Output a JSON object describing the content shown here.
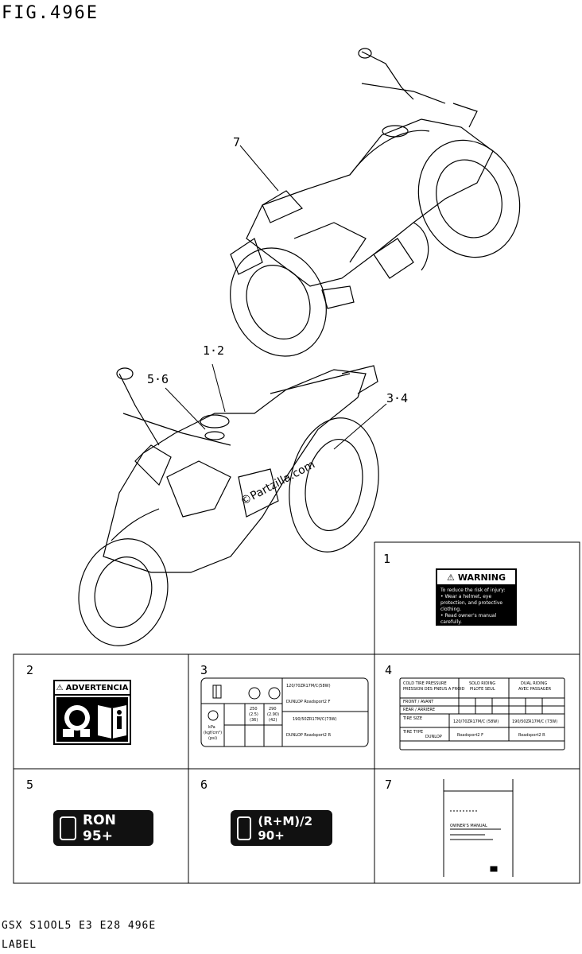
{
  "figure": {
    "title": "FIG.496E",
    "footer_code": "GSX S1OOL5 E3 E28 496E",
    "footer_label": "LABEL"
  },
  "callouts": [
    {
      "id": "7",
      "text": "7"
    },
    {
      "id": "1-2",
      "text": "1·2"
    },
    {
      "id": "5-6",
      "text": "5·6"
    },
    {
      "id": "3-4",
      "text": "3·4"
    }
  ],
  "watermark": "©Partzilla.com",
  "panels": {
    "p1": {
      "number": "1"
    },
    "p2": {
      "number": "2"
    },
    "p3": {
      "number": "3"
    },
    "p4": {
      "number": "4"
    },
    "p5": {
      "number": "5"
    },
    "p6": {
      "number": "6"
    },
    "p7": {
      "number": "7"
    }
  },
  "labels": {
    "warning": {
      "heading": "WARNING",
      "lines": [
        "To reduce the risk of injury:",
        "• Wear a helmet, eye",
        "  protection, and protective",
        "  clothing.",
        "• Read owner's manual",
        "  carefully."
      ]
    },
    "advertencia": {
      "heading": "ADVERTENCIA"
    },
    "tire3": {
      "rows": [
        "120/70ZR17M/C(58W)",
        "DUNLOP Roadsport2 F",
        "190/50ZR17M/C(73W)",
        "DUNLOP Roadsport2 R"
      ],
      "pressures": [
        "250",
        "(2.5)",
        "(36)",
        "290",
        "(2.90)",
        "(42)"
      ],
      "units": [
        "kPa",
        "(kgf/cm²)",
        "(psi)"
      ]
    },
    "tire4": {
      "header": [
        "COLD TIRE PRESSURE",
        "PRESSION DES PNEUS A FROID",
        "SOLO RIDING",
        "PILOTE SEUL",
        "DUAL RIDING",
        "AVEC PASSAGER"
      ],
      "rows": [
        "FRONT / AVANT",
        "REAR / ARRIERE"
      ],
      "tire_size": "TIRE SIZE",
      "tire_type": "TIRE TYPE",
      "maker": "DUNLOP",
      "front_size": "120/70ZR17M/C (58W)",
      "rear_size": "190/50ZR17M/C (73W)",
      "front_type": "Roadsport2 F",
      "rear_type": "Roadsport2 R"
    },
    "fuel5": {
      "text": "RON 95+"
    },
    "fuel6": {
      "text": "(R+M)/2 90+"
    },
    "manual": {
      "title": "OWNER'S MANUAL"
    }
  }
}
